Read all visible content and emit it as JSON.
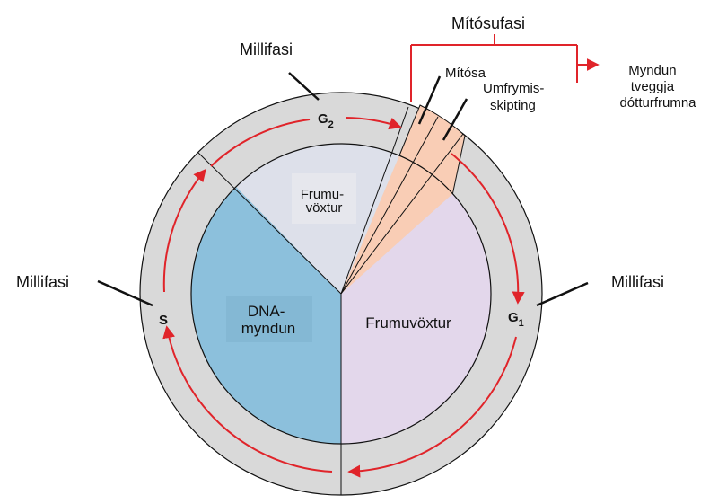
{
  "labels": {
    "interphase_top": "Millifasi",
    "interphase_left": "Millifasi",
    "interphase_right": "Millifasi",
    "mitotic_phase": "Mítósufasi",
    "mitosis": "Mítósa",
    "cytokinesis_line1": "Umfrymis-",
    "cytokinesis_line2": "skipting",
    "daughter_line1": "Myndun",
    "daughter_line2": "tveggja",
    "daughter_line3": "dótturfrumna",
    "g2_letter": "G",
    "g2_sub": "2",
    "g1_letter": "G",
    "g1_sub": "1",
    "s_phase": "S",
    "dna_line1": "DNA-",
    "dna_line2": "myndun",
    "growth_g2_line1": "Frumu-",
    "growth_g2_line2": "vöxtur",
    "growth_g1": "Frumuvöxtur"
  },
  "colors": {
    "outer_ring": "#d9d9d9",
    "g2_sector": "#dde0ea",
    "g1_sector": "#e3d7eb",
    "s_sector": "#8cc0dc",
    "mitosis_sector": "#f9cdb5",
    "arrow": "#e0242a",
    "outline": "#111111"
  }
}
